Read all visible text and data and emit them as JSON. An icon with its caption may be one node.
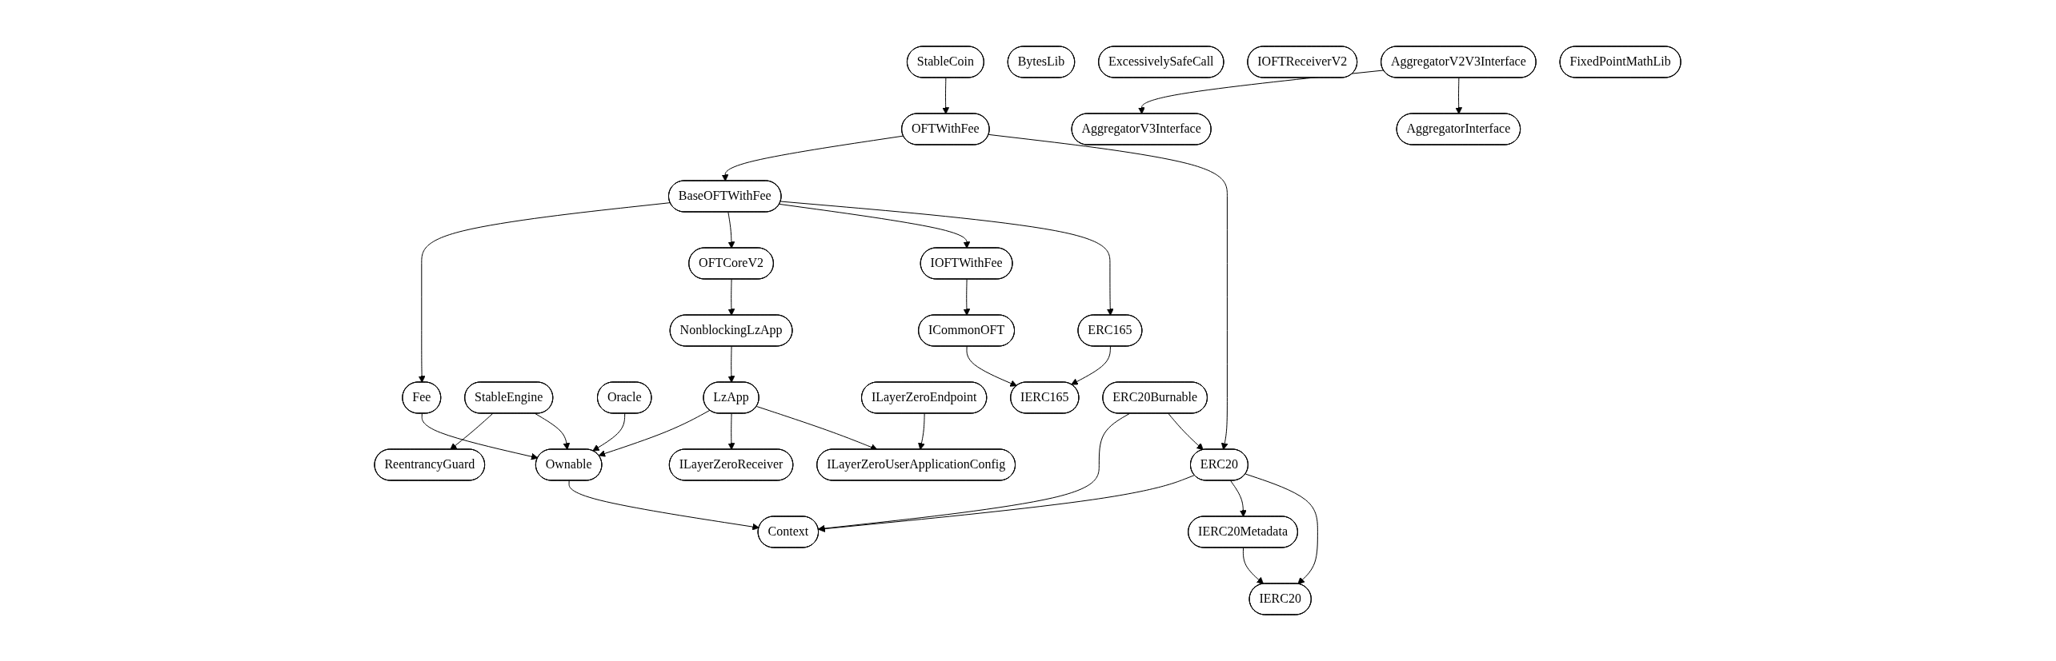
{
  "diagram": {
    "nodes": [
      {
        "text": [
          "StableCoin"
        ]
      },
      {
        "text": [
          "BytesLib"
        ]
      },
      {
        "text": [
          "ExcessivelySafeCall"
        ]
      },
      {
        "text": [
          "IOFTReceiverV2"
        ]
      },
      {
        "text": [
          "AggregatorV2V3Interface"
        ]
      },
      {
        "text": [
          "FixedPointMathLib"
        ]
      },
      {
        "text": [
          "OFTWithFee"
        ]
      },
      {
        "text": [
          "AggregatorV3Interface"
        ]
      },
      {
        "text": [
          "AggregatorInterface"
        ]
      },
      {
        "text": [
          "BaseOFTWithFee"
        ]
      },
      {
        "text": [
          "Fee"
        ]
      },
      {
        "text": [
          "OFTCoreV2"
        ]
      },
      {
        "text": [
          "IOFTWithFee"
        ]
      },
      {
        "text": [
          "NonblockingLzApp"
        ]
      },
      {
        "text": [
          "ICommonOFT"
        ]
      },
      {
        "text": [
          "ERC165"
        ]
      },
      {
        "text": [
          "StableEngine"
        ]
      },
      {
        "text": [
          "Oracle"
        ]
      },
      {
        "text": [
          "LzApp"
        ]
      },
      {
        "text": [
          "ILayerZeroEndpoint"
        ]
      },
      {
        "text": [
          "IERC165"
        ]
      },
      {
        "text": [
          "ERC20Burnable"
        ]
      },
      {
        "text": [
          "ReentrancyGuard"
        ]
      },
      {
        "text": [
          "Ownable"
        ]
      },
      {
        "text": [
          "ILayerZeroReceiver"
        ]
      },
      {
        "text": [
          "ILayerZeroUserApplicationConfig"
        ]
      },
      {
        "text": [
          "ERC20"
        ]
      },
      {
        "text": [
          "Context"
        ]
      },
      {
        "text": [
          "IERC20Metadata"
        ]
      },
      {
        "text": [
          "IERC20"
        ]
      }
    ],
    "edges": [
      {
        "from": 0,
        "to": 6,
        "arrow": "to"
      },
      {
        "from": 4,
        "to": 7,
        "arrow": "to"
      },
      {
        "from": 4,
        "to": 8,
        "arrow": "to"
      },
      {
        "from": 6,
        "to": 9,
        "arrow": "to"
      },
      {
        "from": 6,
        "to": 26,
        "arrow": "to"
      },
      {
        "from": 9,
        "to": 10,
        "arrow": "to"
      },
      {
        "from": 9,
        "to": 11,
        "arrow": "to"
      },
      {
        "from": 9,
        "to": 12,
        "arrow": "to"
      },
      {
        "from": 9,
        "to": 15,
        "arrow": "to"
      },
      {
        "from": 10,
        "to": 23,
        "arrow": "to"
      },
      {
        "from": 11,
        "to": 13,
        "arrow": "to"
      },
      {
        "from": 12,
        "to": 14,
        "arrow": "to"
      },
      {
        "from": 13,
        "to": 18,
        "arrow": "to"
      },
      {
        "from": 14,
        "to": 20,
        "arrow": "to"
      },
      {
        "from": 15,
        "to": 20,
        "arrow": "to"
      },
      {
        "from": 16,
        "to": 22,
        "arrow": "to"
      },
      {
        "from": 16,
        "to": 23,
        "arrow": "to"
      },
      {
        "from": 17,
        "to": 23,
        "arrow": "to"
      },
      {
        "from": 18,
        "to": 23,
        "arrow": "to"
      },
      {
        "from": 18,
        "to": 24,
        "arrow": "to"
      },
      {
        "from": 18,
        "to": 25,
        "arrow": "to"
      },
      {
        "from": 19,
        "to": 25,
        "arrow": "to"
      },
      {
        "from": 21,
        "to": 27,
        "arrow": "to"
      },
      {
        "from": 21,
        "to": 26,
        "arrow": "to"
      },
      {
        "from": 23,
        "to": 27,
        "arrow": "to"
      },
      {
        "from": 26,
        "to": 27,
        "arrow": "to"
      },
      {
        "from": 26,
        "to": 28,
        "arrow": "to"
      },
      {
        "from": 26,
        "to": 29,
        "arrow": "to"
      },
      {
        "from": 28,
        "to": 29,
        "arrow": "to"
      }
    ]
  }
}
